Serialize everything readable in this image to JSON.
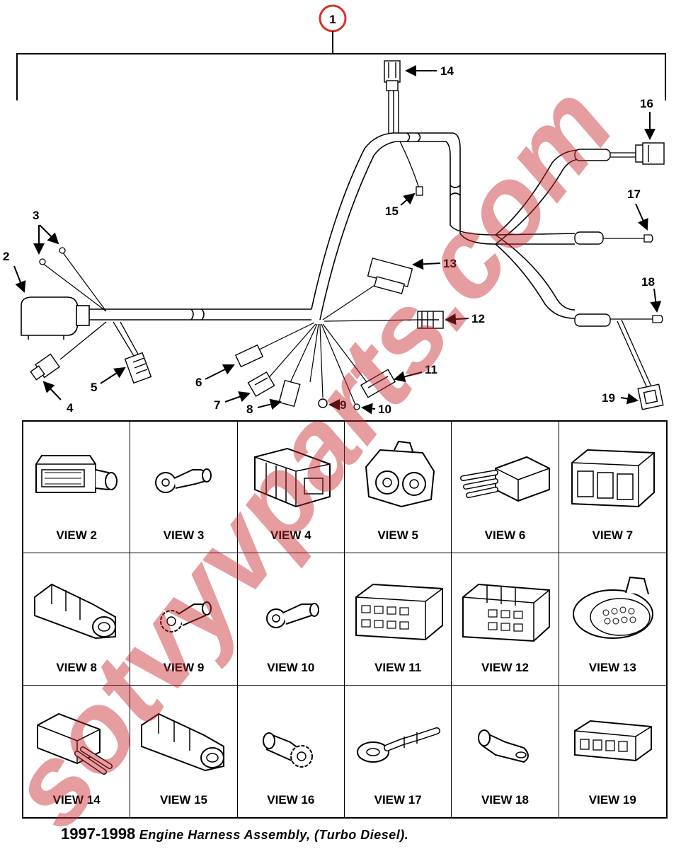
{
  "assembly_callout": "1",
  "callouts": {
    "c2": "2",
    "c3": "3",
    "c4": "4",
    "c5": "5",
    "c6": "6",
    "c7": "7",
    "c8": "8",
    "c9": "9",
    "c10": "10",
    "c11": "11",
    "c12": "12",
    "c13": "13",
    "c14": "14",
    "c15": "15",
    "c16": "16",
    "c17": "17",
    "c18": "18",
    "c19": "19"
  },
  "views": [
    "VIEW 2",
    "VIEW 3",
    "VIEW 4",
    "VIEW 5",
    "VIEW 6",
    "VIEW 7",
    "VIEW 8",
    "VIEW 9",
    "VIEW 10",
    "VIEW 11",
    "VIEW 12",
    "VIEW 13",
    "VIEW 14",
    "VIEW 15",
    "VIEW 16",
    "VIEW 17",
    "VIEW 18",
    "VIEW 19"
  ],
  "caption": {
    "years": "1997-1998",
    "title": "Engine Harness Assembly, (Turbo Diesel)."
  },
  "watermark_text": "sotvyvparts.com",
  "colors": {
    "callout_circle": "#d9302a",
    "watermark": "#c0262680"
  }
}
